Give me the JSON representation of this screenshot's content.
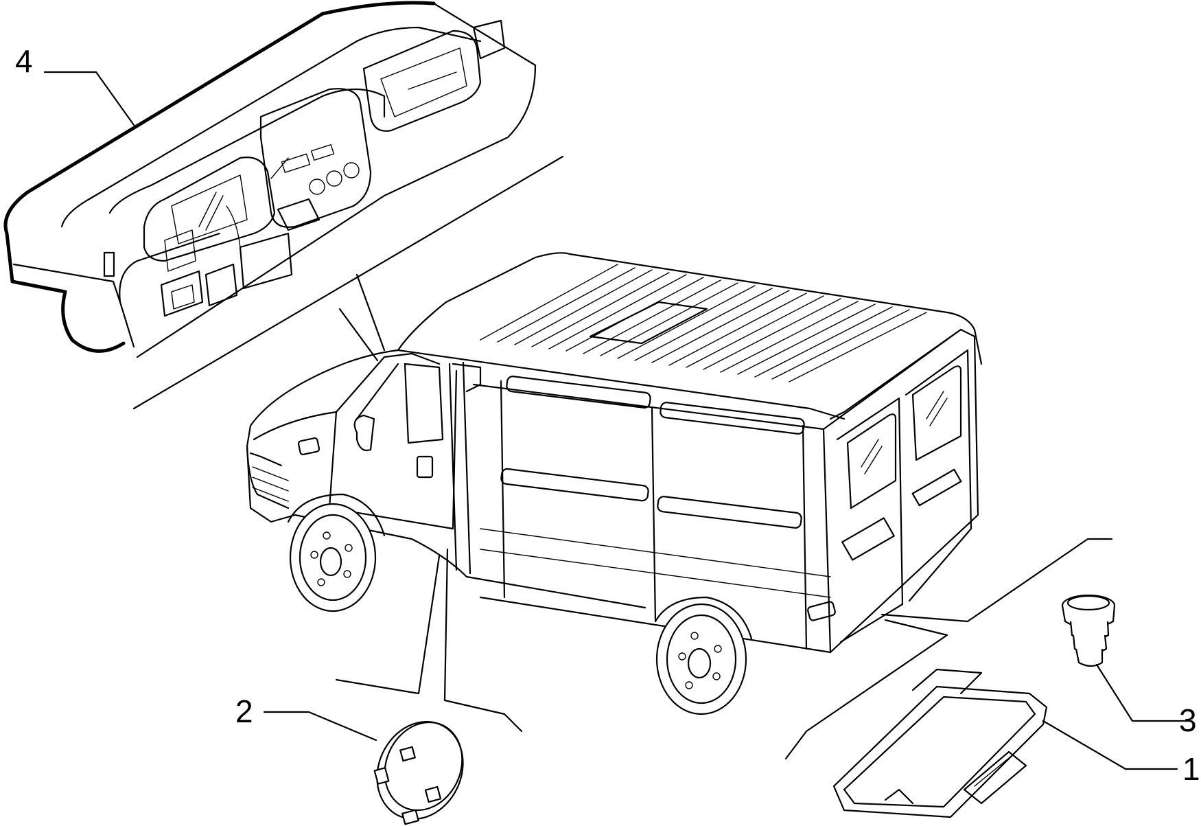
{
  "callouts": [
    {
      "id": "1",
      "label": "1"
    },
    {
      "id": "2",
      "label": "2"
    },
    {
      "id": "3",
      "label": "3"
    },
    {
      "id": "4",
      "label": "4"
    }
  ],
  "parts": [
    "dashboard",
    "van",
    "round-cap",
    "push-rivet",
    "cover-plate"
  ]
}
